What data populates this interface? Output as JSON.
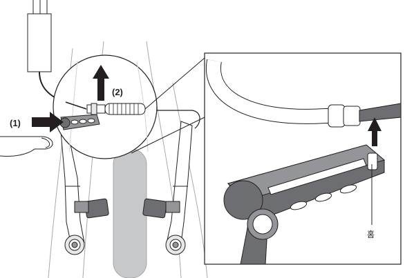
{
  "labels": {
    "step1": "(1)",
    "step2": "(2)",
    "groove": "홈"
  },
  "colors": {
    "line": "#231f20",
    "dark_fill": "#6d6e71",
    "mid_fill": "#939598",
    "light_fill": "#c7c8ca",
    "tire_fill": "#e6e7e8",
    "arrow": "#231f20"
  },
  "icons": {
    "arrow_step1": "arrow-right-icon",
    "arrow_step2": "arrow-up-icon",
    "arrow_detail": "arrow-up-icon"
  }
}
